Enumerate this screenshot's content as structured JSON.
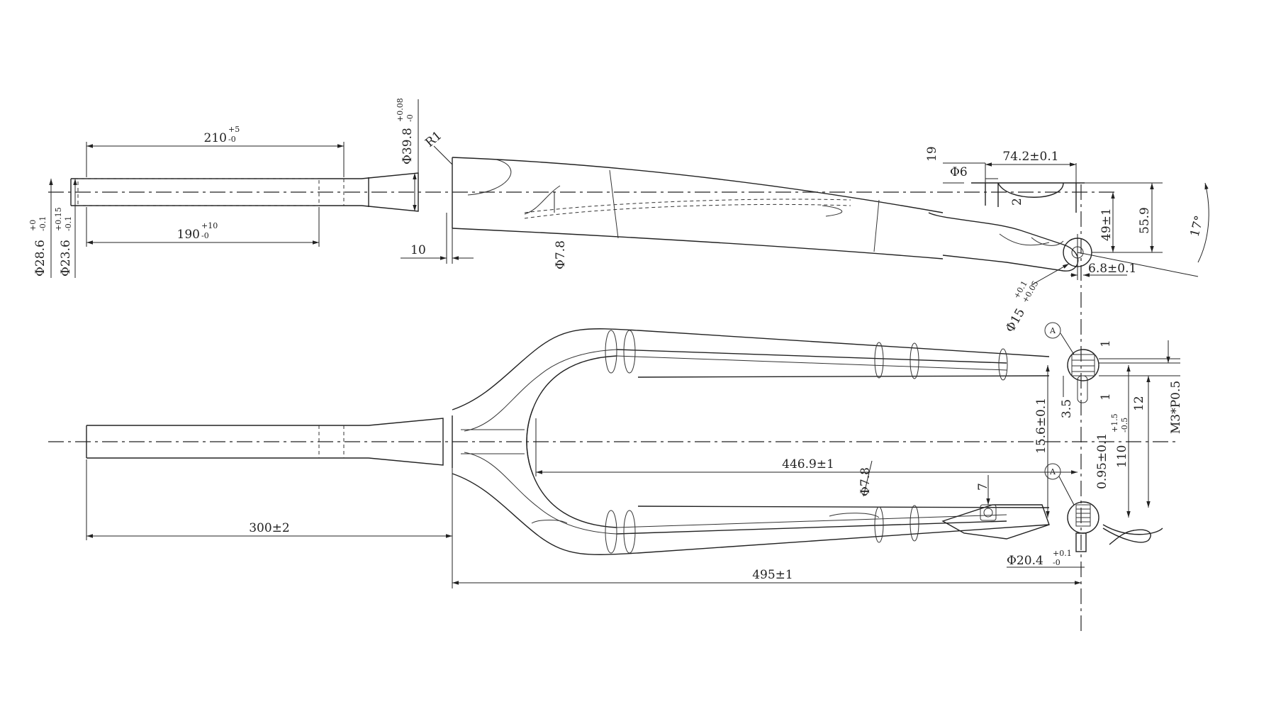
{
  "dimensions": {
    "steerer_len": "210",
    "steerer_len_tol_up": "+5",
    "steerer_len_tol_dn": "-0",
    "insert_len": "190",
    "insert_len_tol_up": "+10",
    "insert_len_tol_dn": "-0",
    "dia_outer": "Φ28.6",
    "dia_outer_tol_up": "+0",
    "dia_outer_tol_dn": "-0.1",
    "dia_inner": "Φ23.6",
    "dia_inner_tol_up": "+0.15",
    "dia_inner_tol_dn": "-0.1",
    "crown_dia": "Φ39.8",
    "crown_dia_tol_up": "+0.08",
    "crown_dia_tol_dn": "-0",
    "radius": "R1",
    "race_len": "10",
    "cable_hole_top": "Φ7.8",
    "dim_19": "19",
    "dim_phi6": "Φ6",
    "mount_width": "74.2±0.1",
    "dim_2": "2",
    "dim_49": "49±1",
    "dim_55": "55.9",
    "angle": "17°",
    "dropout_offset": "6.8±0.1",
    "axle_dia": "Φ15",
    "axle_dia_tol_up": "+0.1",
    "axle_dia_tol_dn": "+0.05",
    "label_a": "A",
    "dim_1a": "1",
    "dim_1b": "1",
    "dim_12": "12",
    "thread": "M3*P0.5",
    "dim_35": "3.5",
    "dim_156": "15.6±0.1",
    "dim_095": "0.95±0.1",
    "width_110": "110",
    "width_110_tol_up": "+1.5",
    "width_110_tol_dn": "-0.5",
    "blade_len": "446.9±1",
    "cable_hole_bottom": "Φ7.8",
    "dim_7": "7",
    "steerer_total": "300±2",
    "overall_len": "495±1",
    "disc_dia": "Φ20.4",
    "disc_dia_tol_up": "+0.1",
    "disc_dia_tol_dn": "-0"
  }
}
